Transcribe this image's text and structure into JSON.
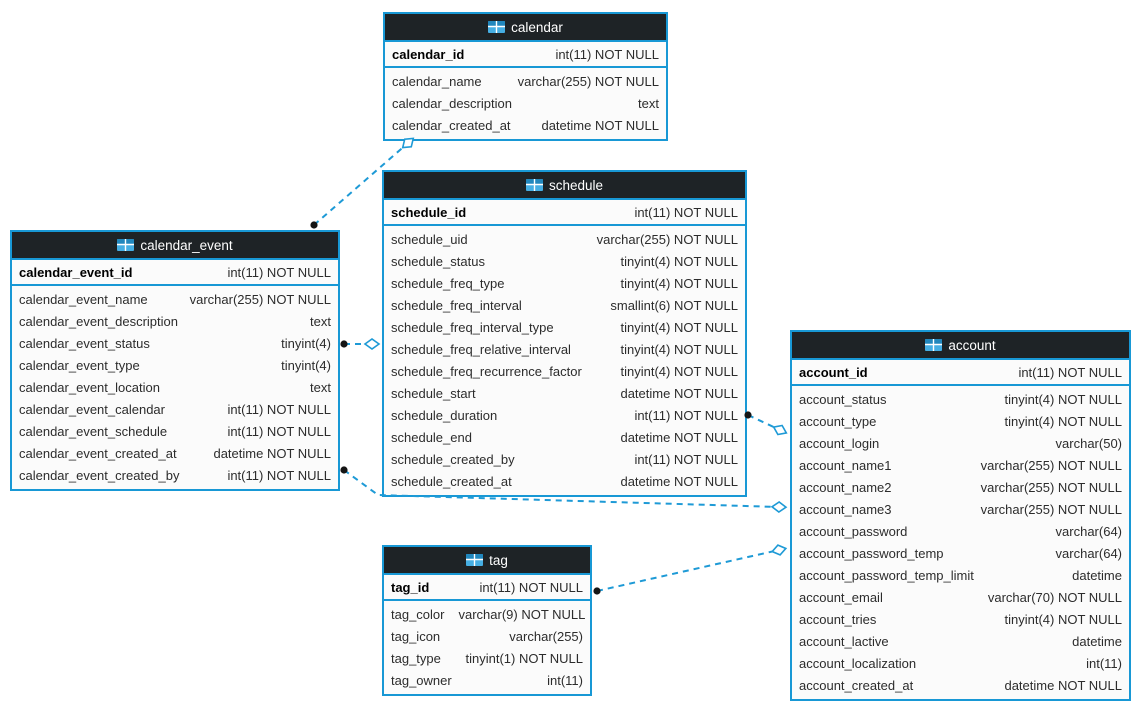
{
  "colors": {
    "table_border": "#1898d5",
    "header_bg": "#1e2326",
    "header_text": "#ffffff",
    "body_bg": "#fbfbfb",
    "relationship_line": "#1e9ad6",
    "endpoint_dot": "#151515",
    "icon_blue": "#45aee3",
    "icon_blue_dark": "#2187bd"
  },
  "diagram": {
    "tables": [
      {
        "name": "calendar",
        "primary_key": {
          "name": "calendar_id",
          "type": "int(11) NOT NULL"
        },
        "columns": [
          {
            "name": "calendar_name",
            "type": "varchar(255) NOT NULL"
          },
          {
            "name": "calendar_description",
            "type": "text"
          },
          {
            "name": "calendar_created_at",
            "type": "datetime NOT NULL"
          }
        ]
      },
      {
        "name": "schedule",
        "primary_key": {
          "name": "schedule_id",
          "type": "int(11) NOT NULL"
        },
        "columns": [
          {
            "name": "schedule_uid",
            "type": "varchar(255) NOT NULL"
          },
          {
            "name": "schedule_status",
            "type": "tinyint(4) NOT NULL"
          },
          {
            "name": "schedule_freq_type",
            "type": "tinyint(4) NOT NULL"
          },
          {
            "name": "schedule_freq_interval",
            "type": "smallint(6) NOT NULL"
          },
          {
            "name": "schedule_freq_interval_type",
            "type": "tinyint(4) NOT NULL"
          },
          {
            "name": "schedule_freq_relative_interval",
            "type": "tinyint(4) NOT NULL"
          },
          {
            "name": "schedule_freq_recurrence_factor",
            "type": "tinyint(4) NOT NULL"
          },
          {
            "name": "schedule_start",
            "type": "datetime NOT NULL"
          },
          {
            "name": "schedule_duration",
            "type": "int(11) NOT NULL"
          },
          {
            "name": "schedule_end",
            "type": "datetime NOT NULL"
          },
          {
            "name": "schedule_created_by",
            "type": "int(11) NOT NULL"
          },
          {
            "name": "schedule_created_at",
            "type": "datetime NOT NULL"
          }
        ]
      },
      {
        "name": "calendar_event",
        "primary_key": {
          "name": "calendar_event_id",
          "type": "int(11) NOT NULL"
        },
        "columns": [
          {
            "name": "calendar_event_name",
            "type": "varchar(255) NOT NULL"
          },
          {
            "name": "calendar_event_description",
            "type": "text"
          },
          {
            "name": "calendar_event_status",
            "type": "tinyint(4)"
          },
          {
            "name": "calendar_event_type",
            "type": "tinyint(4)"
          },
          {
            "name": "calendar_event_location",
            "type": "text"
          },
          {
            "name": "calendar_event_calendar",
            "type": "int(11) NOT NULL"
          },
          {
            "name": "calendar_event_schedule",
            "type": "int(11) NOT NULL"
          },
          {
            "name": "calendar_event_created_at",
            "type": "datetime NOT NULL"
          },
          {
            "name": "calendar_event_created_by",
            "type": "int(11) NOT NULL"
          }
        ]
      },
      {
        "name": "account",
        "primary_key": {
          "name": "account_id",
          "type": "int(11) NOT NULL"
        },
        "columns": [
          {
            "name": "account_status",
            "type": "tinyint(4) NOT NULL"
          },
          {
            "name": "account_type",
            "type": "tinyint(4) NOT NULL"
          },
          {
            "name": "account_login",
            "type": "varchar(50)"
          },
          {
            "name": "account_name1",
            "type": "varchar(255) NOT NULL"
          },
          {
            "name": "account_name2",
            "type": "varchar(255) NOT NULL"
          },
          {
            "name": "account_name3",
            "type": "varchar(255) NOT NULL"
          },
          {
            "name": "account_password",
            "type": "varchar(64)"
          },
          {
            "name": "account_password_temp",
            "type": "varchar(64)"
          },
          {
            "name": "account_password_temp_limit",
            "type": "datetime"
          },
          {
            "name": "account_email",
            "type": "varchar(70) NOT NULL"
          },
          {
            "name": "account_tries",
            "type": "tinyint(4) NOT NULL"
          },
          {
            "name": "account_lactive",
            "type": "datetime"
          },
          {
            "name": "account_localization",
            "type": "int(11)"
          },
          {
            "name": "account_created_at",
            "type": "datetime NOT NULL"
          }
        ]
      },
      {
        "name": "tag",
        "primary_key": {
          "name": "tag_id",
          "type": "int(11) NOT NULL"
        },
        "columns": [
          {
            "name": "tag_color",
            "type": "varchar(9) NOT NULL"
          },
          {
            "name": "tag_icon",
            "type": "varchar(255)"
          },
          {
            "name": "tag_type",
            "type": "tinyint(1) NOT NULL"
          },
          {
            "name": "tag_owner",
            "type": "int(11)"
          }
        ]
      }
    ],
    "relationships": [
      {
        "from": "calendar_event",
        "to": "calendar",
        "line_style": "dashed"
      },
      {
        "from": "calendar_event",
        "to": "schedule",
        "line_style": "dashed"
      },
      {
        "from": "schedule",
        "to": "account",
        "line_style": "dashed"
      },
      {
        "from": "calendar_event",
        "to": "account",
        "line_style": "dashed"
      },
      {
        "from": "tag",
        "to": "account",
        "line_style": "dashed"
      }
    ]
  }
}
